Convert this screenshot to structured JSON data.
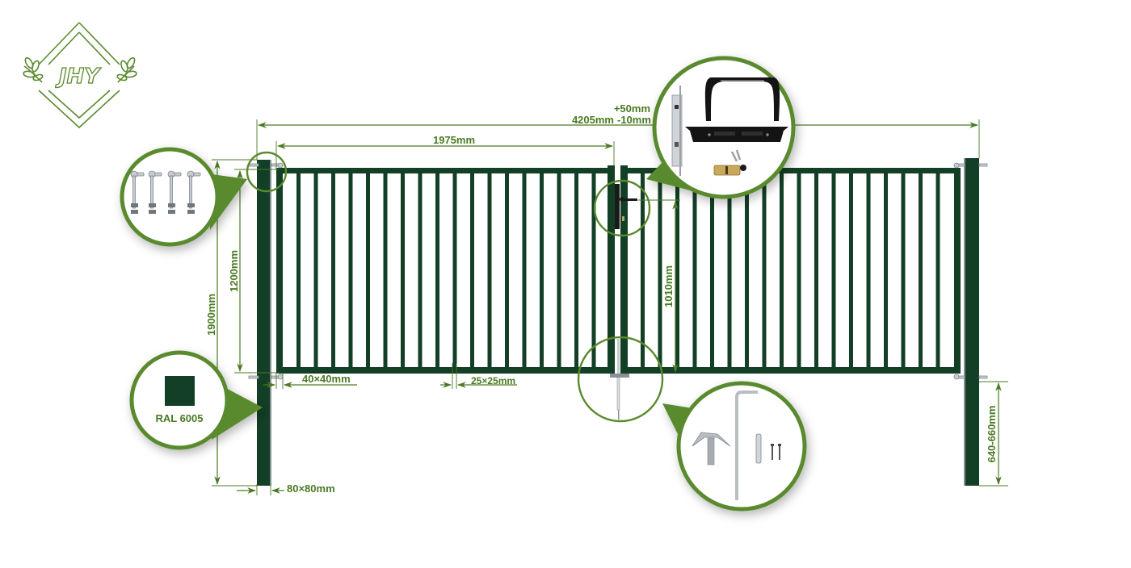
{
  "logo": {
    "text": "JHY",
    "color": "#5a8a2e"
  },
  "colors": {
    "fence_green": "#123f25",
    "accent_green": "#5a8a2e",
    "dimension_green": "#4a7a23",
    "ral_swatch": "#123f25"
  },
  "dimensions": {
    "overall_width_main": "4205mm",
    "overall_width_tol_plus": "+50mm",
    "overall_width_tol_minus": "-10mm",
    "leaf_width": "1975mm",
    "post_height": "1900mm",
    "gate_height": "1200mm",
    "handle_height": "1010mm",
    "frame_profile": "40×40mm",
    "bar_profile": "25×25mm",
    "post_profile": "80×80mm",
    "underground_depth": "640-660mm"
  },
  "callouts": {
    "hinges": {
      "icon": "hinge-bolts-icon",
      "count": 4
    },
    "color": {
      "label": "RAL 6005",
      "icon": "color-swatch-icon"
    },
    "lock": {
      "icon": "lock-set-icon",
      "parts": [
        "mortise-lock",
        "lever-handles",
        "cover-plate",
        "cylinder-with-keys"
      ]
    },
    "ground_bolt": {
      "icon": "drop-bolt-icon",
      "parts": [
        "ground-stopper",
        "l-drop-rod",
        "bolt-guide",
        "screws"
      ]
    }
  }
}
